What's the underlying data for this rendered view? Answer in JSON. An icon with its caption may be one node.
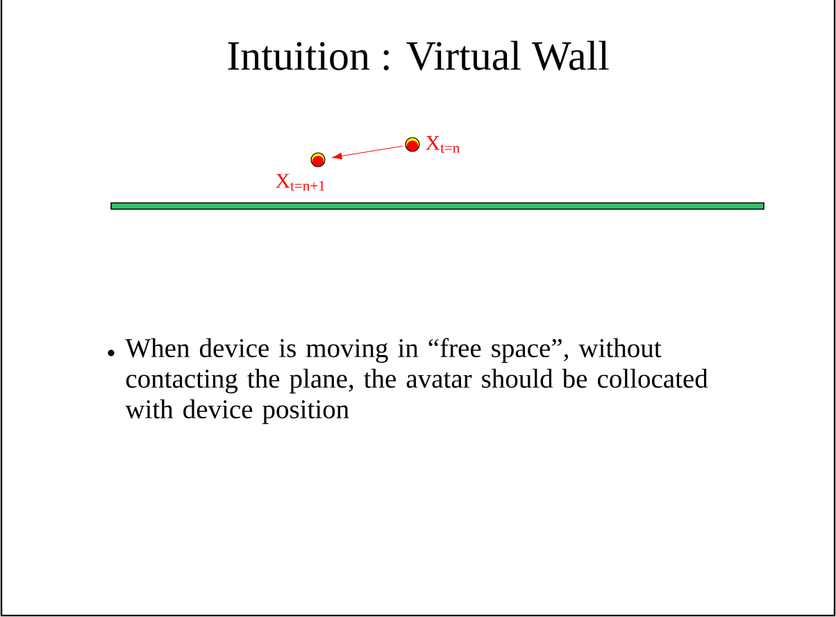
{
  "diagram": {
    "title": "Intuition : Virtual Wall",
    "nodes": [
      {
        "text": [],
        "shape": "circle",
        "beside": [
          "X$_{t=n+1}$"
        ]
      },
      {
        "text": [],
        "shape": "circle",
        "beside": [
          "X$_{t=n}$"
        ]
      }
    ],
    "edges": [
      {
        "from": 1,
        "to": 0,
        "arrow": "to",
        "color": "#ff0000"
      }
    ],
    "labels": [
      "When device is moving in “free space”, without contacting the plane, the avatar should be collocated with device position"
    ]
  }
}
